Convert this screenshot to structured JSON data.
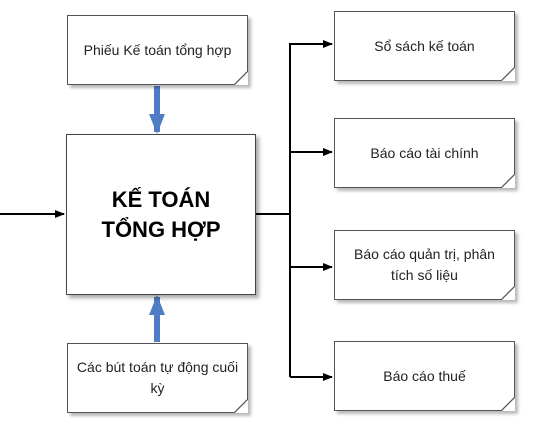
{
  "central": {
    "line1": "KẾ TOÁN",
    "line2": "TỔNG HỢP"
  },
  "inputs": {
    "top": "Phiếu Kế toán tổng hợp",
    "bottom": "Các bút toán tự động cuối kỳ"
  },
  "outputs": [
    {
      "label": "Sổ sách kế toán"
    },
    {
      "label": "Báo cáo tài chính"
    },
    {
      "label": "Báo cáo quản trị, phân tích số liệu"
    },
    {
      "label": "Báo cáo thuế"
    }
  ],
  "colors": {
    "input_arrow": "#4f7cc4",
    "line": "#000000"
  }
}
